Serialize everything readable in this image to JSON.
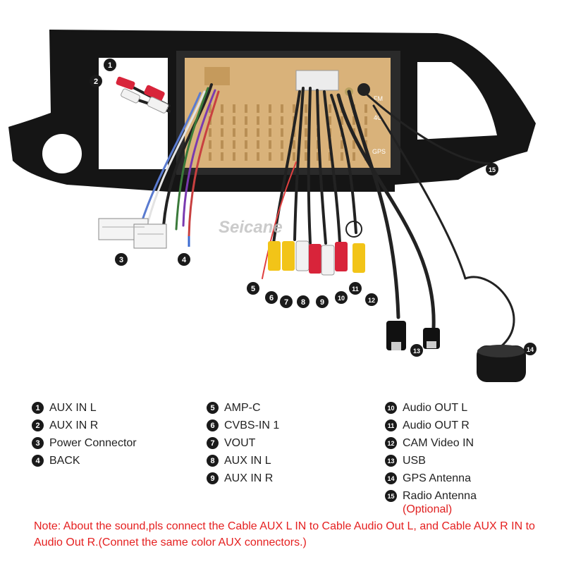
{
  "brand": "Seicane",
  "unit_labels": {
    "fm": "FM",
    "fourg": "4G",
    "gps": "GPS"
  },
  "legend_columns": [
    [
      {
        "num": "1",
        "label": "AUX IN L"
      },
      {
        "num": "2",
        "label": "AUX IN R"
      },
      {
        "num": "3",
        "label": "Power Connector"
      },
      {
        "num": "4",
        "label": "BACK"
      }
    ],
    [
      {
        "num": "5",
        "label": "AMP-C"
      },
      {
        "num": "6",
        "label": "CVBS-IN 1"
      },
      {
        "num": "7",
        "label": "VOUT"
      },
      {
        "num": "8",
        "label": "AUX IN L"
      },
      {
        "num": "9",
        "label": "AUX IN R"
      }
    ],
    [
      {
        "num": "10",
        "label": "Audio OUT L"
      },
      {
        "num": "11",
        "label": "Audio OUT R"
      },
      {
        "num": "12",
        "label": "CAM Video IN"
      },
      {
        "num": "13",
        "label": "USB"
      },
      {
        "num": "14",
        "label": "GPS Antenna"
      },
      {
        "num": "15",
        "label": "Radio Antenna",
        "sub": "(Optional)"
      }
    ]
  ],
  "note": "Note: About the sound,pls connect the Cable AUX L IN to Cable Audio Out L, and Cable AUX R IN to  Audio Out R.(Connet the same color AUX connectors.)",
  "colors": {
    "note": "#e52020",
    "frame": "#151515",
    "unit": "#d9b27a",
    "rca_red": "#d8243a",
    "rca_yellow": "#f2c418",
    "rca_white": "#f2f2f2"
  }
}
